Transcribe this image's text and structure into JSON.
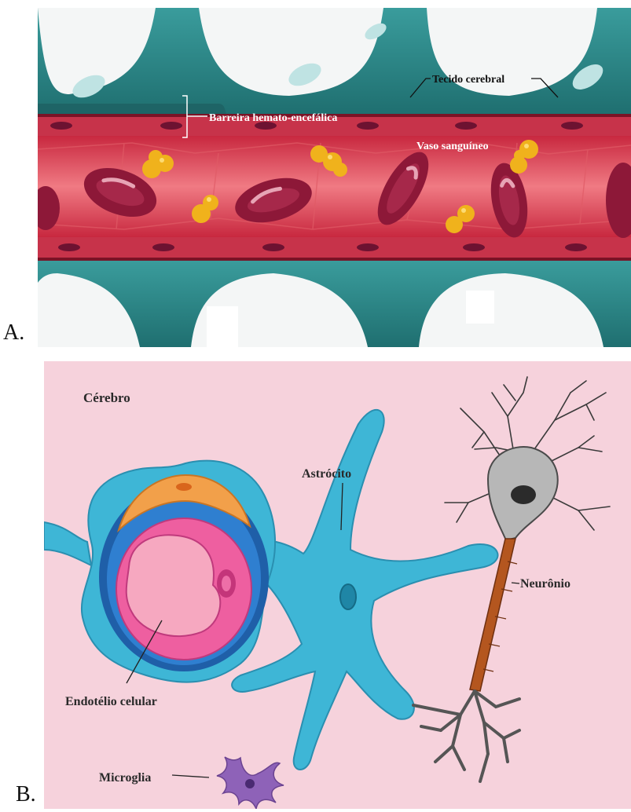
{
  "panel_a": {
    "letter": "A.",
    "labels": {
      "brain_tissue": "Tecido cerebral",
      "barrier": "Barreira hemato-encefálica",
      "vessel": "Vaso sanguíneo"
    },
    "colors": {
      "tissue": "#2f8f8f",
      "vessel_wall": "#c7334a",
      "rbc": "#8d1838",
      "particle": "#f0b21c"
    }
  },
  "panel_b": {
    "letter": "B.",
    "labels": {
      "brain": "Cérebro",
      "astrocyte": "Astrócito",
      "neuron": "Neurônio",
      "endothelium": "Endotélio celular",
      "microglia": "Microglia"
    },
    "colors": {
      "background": "#f6d2dc",
      "astrocyte": "#3eb6d6",
      "neuron": "#9a9a9a",
      "axon": "#b4561f",
      "microglia": "#8e62b8"
    }
  }
}
